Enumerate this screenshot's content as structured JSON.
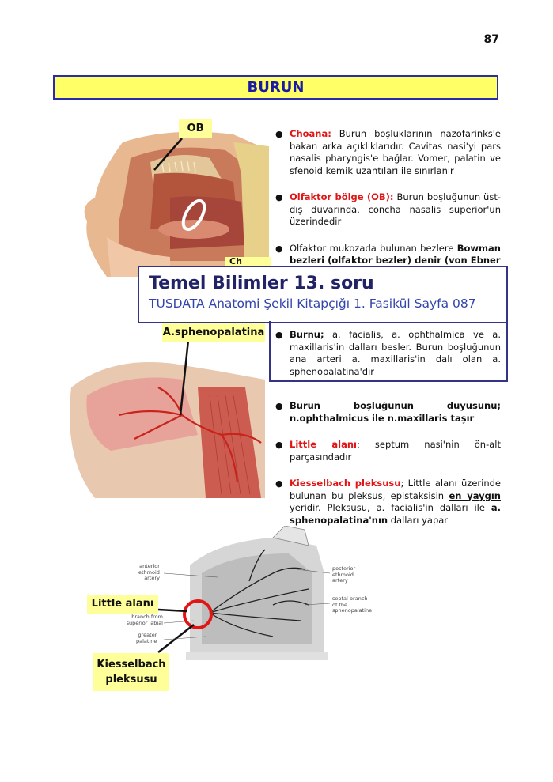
{
  "page_number": "87",
  "title": "BURUN",
  "labels": {
    "ob": "OB",
    "choana_partial": "Ch",
    "a_sphenopalatina": "A.sphenopalatina",
    "little_alani": "Little alanı",
    "kiesselbach_1": "Kiesselbach",
    "kiesselbach_2": "pleksusu"
  },
  "overlay": {
    "title": "Temel Bilimler 13. soru",
    "subtitle": "TUSDATA Anatomi Şekil Kitapçığı 1. Fasikül Sayfa 087"
  },
  "bullets": {
    "choana": {
      "term": "Choana:",
      "text": " Burun boşluklarının nazofarinks'e bakan arka açıklıklarıdır. Cavitas nasi'yi pars nasalis pharyngis'e bağlar. Vomer, palatin ve sfenoid kemik uzantıları ile sınırlanır"
    },
    "olfaktor": {
      "term": "Olfaktor bölge (OB):",
      "text": " Burun boşluğunun üst-dış duvarında, concha nasalis superior'un üzerindedir"
    },
    "mukoza": {
      "text": "Olfaktor mukozada bulunan bezlere ",
      "bold": "Bowman bezleri (olfaktor bezler) denir (von Ebner"
    },
    "burnu": {
      "term": "Burnu;",
      "text": " a. facialis, a. ophthalmica ve a. maxillaris'in dalları besler. Burun boşluğunun ana arteri a. maxillaris'in dalı olan a. sphenopalatina'dır"
    },
    "duyu": {
      "text": "Burun boşluğunun duyusunu; n.ophthalmicus ile n.maxillaris taşır"
    },
    "little": {
      "term": "Little alanı",
      "text": "; septum nasi'nin ön-alt parçasındadır"
    },
    "kiesselbach": {
      "term": "Kiesselbach pleksusu",
      "text1": "; Little alanı üzerinde bulunan bu pleksus, epistaksisin ",
      "underline": "en yaygın",
      "text2": " yeridir. Pleksusu, a. facialis'in dalları ile ",
      "bold": "a. sphenopalatina'nın",
      "text3": " dalları yapar"
    }
  },
  "diagram_labels": {
    "anterior": [
      "anterior",
      "ethmoid",
      "artery"
    ],
    "branch": [
      "branch from",
      "superior labial"
    ],
    "greater": [
      "greater",
      "palatine"
    ],
    "posterior": [
      "posterior",
      "ethmoid",
      "artery"
    ],
    "septal": [
      "septal branch",
      "of the",
      "sphenopalatine"
    ]
  },
  "colors": {
    "banner_bg": "#ffff66",
    "banner_border": "#2b2bb0",
    "label_bg": "#ffff99",
    "term_red": "#e01515",
    "overlay_border": "#333388"
  }
}
